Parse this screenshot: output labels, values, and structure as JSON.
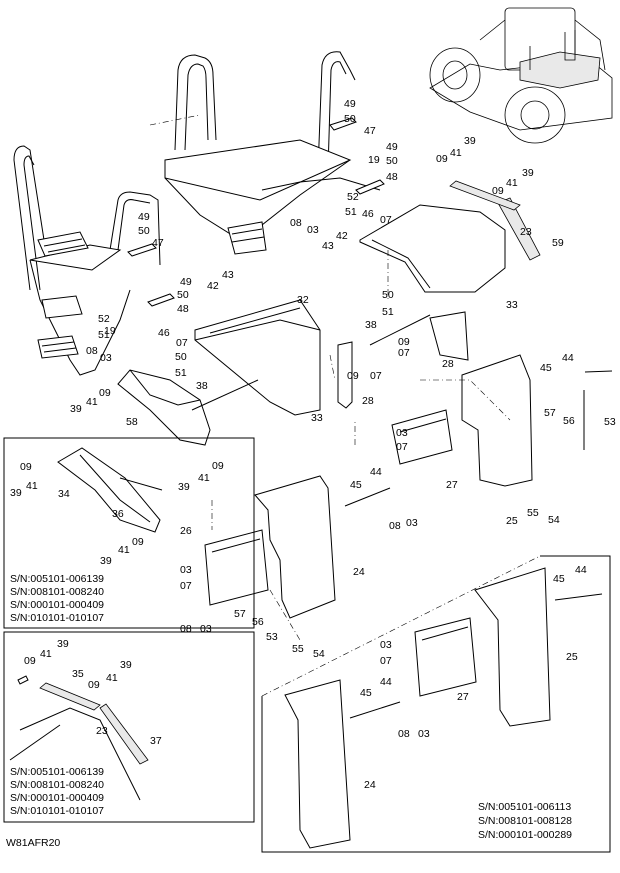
{
  "diagram_code": "W81AFR20",
  "part_numbers": [
    "03",
    "07",
    "08",
    "09",
    "19",
    "23",
    "24",
    "25",
    "26",
    "27",
    "28",
    "32",
    "33",
    "34",
    "35",
    "36",
    "37",
    "38",
    "39",
    "41",
    "42",
    "43",
    "44",
    "45",
    "46",
    "47",
    "48",
    "49",
    "50",
    "51",
    "52",
    "53",
    "54",
    "55",
    "56",
    "57",
    "58",
    "59"
  ],
  "serial_blocks": {
    "box1": [
      "S/N:005101-006139",
      "S/N:008101-008240",
      "S/N:000101-000409",
      "S/N:010101-010107"
    ],
    "box2": [
      "S/N:005101-006139",
      "S/N:008101-008240",
      "S/N:000101-000409",
      "S/N:010101-010107"
    ],
    "box3": [
      "S/N:005101-006113",
      "S/N:008101-008128",
      "S/N:000101-000289"
    ]
  }
}
